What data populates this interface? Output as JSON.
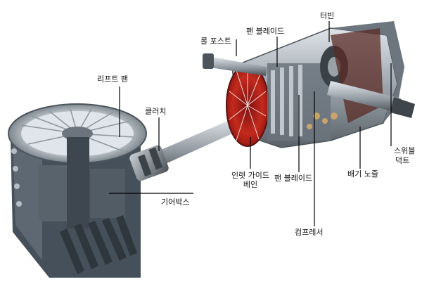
{
  "labels": {
    "lift_fan": "리프트 팬",
    "clutch": "클러치",
    "gearbox": "기어박스",
    "roll_post": "롤 포스트",
    "fan_blade_top": "팬 블레이드",
    "turbine": "터빈",
    "inlet_guide_vane_1": "인렛 가이드",
    "inlet_guide_vane_2": "베인",
    "fan_blade_bottom": "팬 블레이드",
    "compressor": "컴프레서",
    "exhaust_nozzle": "배기 노즐",
    "swivel_duct_1": "스위블",
    "swivel_duct_2": "덕트"
  }
}
